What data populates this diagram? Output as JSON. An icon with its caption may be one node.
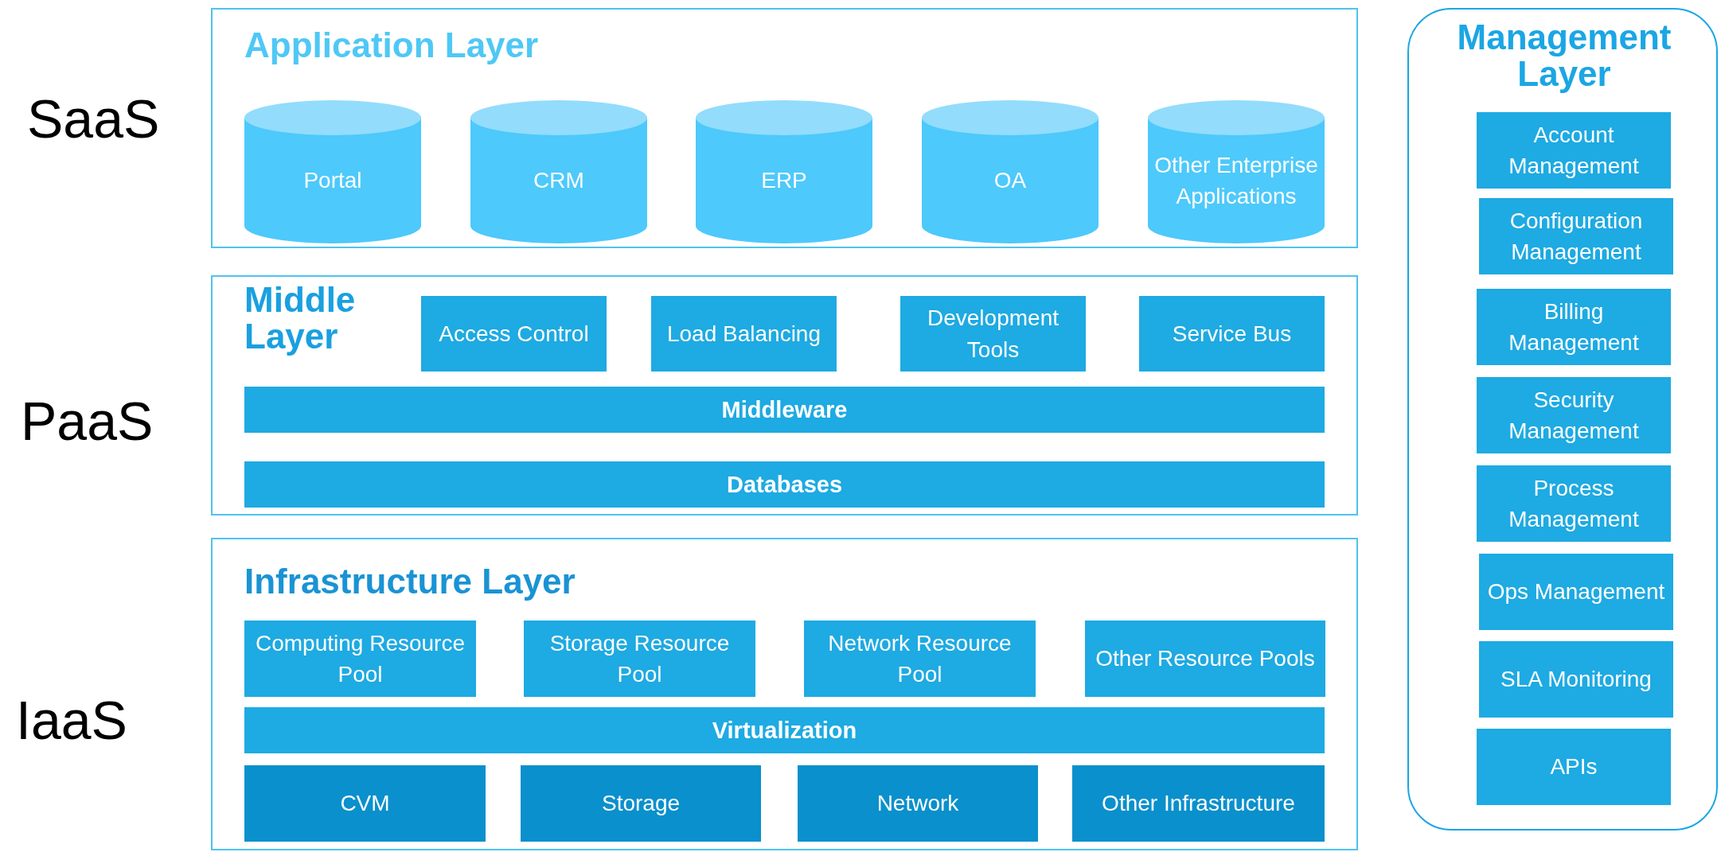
{
  "diagram": {
    "nodes": [
      {
        "text": [
          "Application Layer"
        ]
      },
      {
        "text": [
          "Portal"
        ],
        "in": 0
      },
      {
        "text": [
          "CRM"
        ],
        "in": 0
      },
      {
        "text": [
          "ERP"
        ],
        "in": 0
      },
      {
        "text": [
          "OA"
        ],
        "in": 0
      },
      {
        "text": [
          "Other Enterprise Applications"
        ],
        "in": 0
      },
      {
        "text": [
          "Middle Layer"
        ]
      },
      {
        "text": [
          "Access Control"
        ],
        "in": 6
      },
      {
        "text": [
          "Load Balancing"
        ],
        "in": 6
      },
      {
        "text": [
          "Development Tools"
        ],
        "in": 6
      },
      {
        "text": [
          "Service Bus"
        ],
        "in": 6
      },
      {
        "text": [
          "Middleware"
        ],
        "in": 6
      },
      {
        "text": [
          "Databases"
        ],
        "in": 6
      },
      {
        "text": [
          "Infrastructure Layer"
        ]
      },
      {
        "text": [
          "Computing Resource Pool"
        ],
        "in": 13
      },
      {
        "text": [
          "Storage Resource Pool"
        ],
        "in": 13
      },
      {
        "text": [
          "Network Resource Pool"
        ],
        "in": 13
      },
      {
        "text": [
          "Other Resource Pools"
        ],
        "in": 13
      },
      {
        "text": [
          "Virtualization"
        ],
        "in": 13
      },
      {
        "text": [
          "CVM"
        ],
        "in": 13
      },
      {
        "text": [
          "Storage"
        ],
        "in": 13
      },
      {
        "text": [
          "Network"
        ],
        "in": 13
      },
      {
        "text": [
          "Other Infrastructure"
        ],
        "in": 13
      },
      {
        "text": [
          "Management Layer"
        ]
      },
      {
        "text": [
          "Account Management"
        ],
        "in": 23
      },
      {
        "text": [
          "Configuration Management"
        ],
        "in": 23
      },
      {
        "text": [
          "Billing Management"
        ],
        "in": 23
      },
      {
        "text": [
          "Security Management"
        ],
        "in": 23
      },
      {
        "text": [
          "Process Management"
        ],
        "in": 23
      },
      {
        "text": [
          "Ops Management"
        ],
        "in": 23
      },
      {
        "text": [
          "SLA Monitoring"
        ],
        "in": 23
      },
      {
        "text": [
          "APIs"
        ],
        "in": 23
      }
    ],
    "labels": [
      "SaaS",
      "PaaS",
      "IaaS"
    ]
  }
}
